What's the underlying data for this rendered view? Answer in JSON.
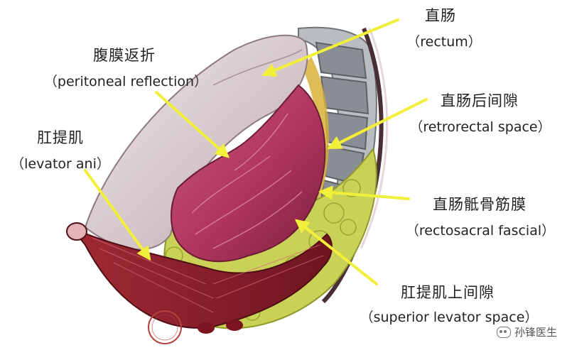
{
  "labels": {
    "rectum": {
      "zh": "直肠",
      "en": "rectum"
    },
    "peritoneal_reflection": {
      "zh": "腹膜返折",
      "en": "peritoneal reflection"
    },
    "retrorectal_space": {
      "zh": "直肠后间隙",
      "en": "retrorectal space"
    },
    "levator_ani": {
      "zh": "肛提肌",
      "en": "levator ani"
    },
    "rectosacral_fascial": {
      "zh": "直肠骶骨筋膜",
      "en": "rectosacral fascial"
    },
    "superior_levator_space": {
      "zh": "肛提肌上间隙",
      "en": "superior levator space"
    }
  },
  "watermark": "孙锋医生",
  "colors": {
    "arrow": "#f2ef3a",
    "rectum": "#b0355e",
    "muscle": "#8e1f2a",
    "fat": "#c9d156",
    "bone": "#8a8e94",
    "peritoneum": "#d9cfd1"
  }
}
